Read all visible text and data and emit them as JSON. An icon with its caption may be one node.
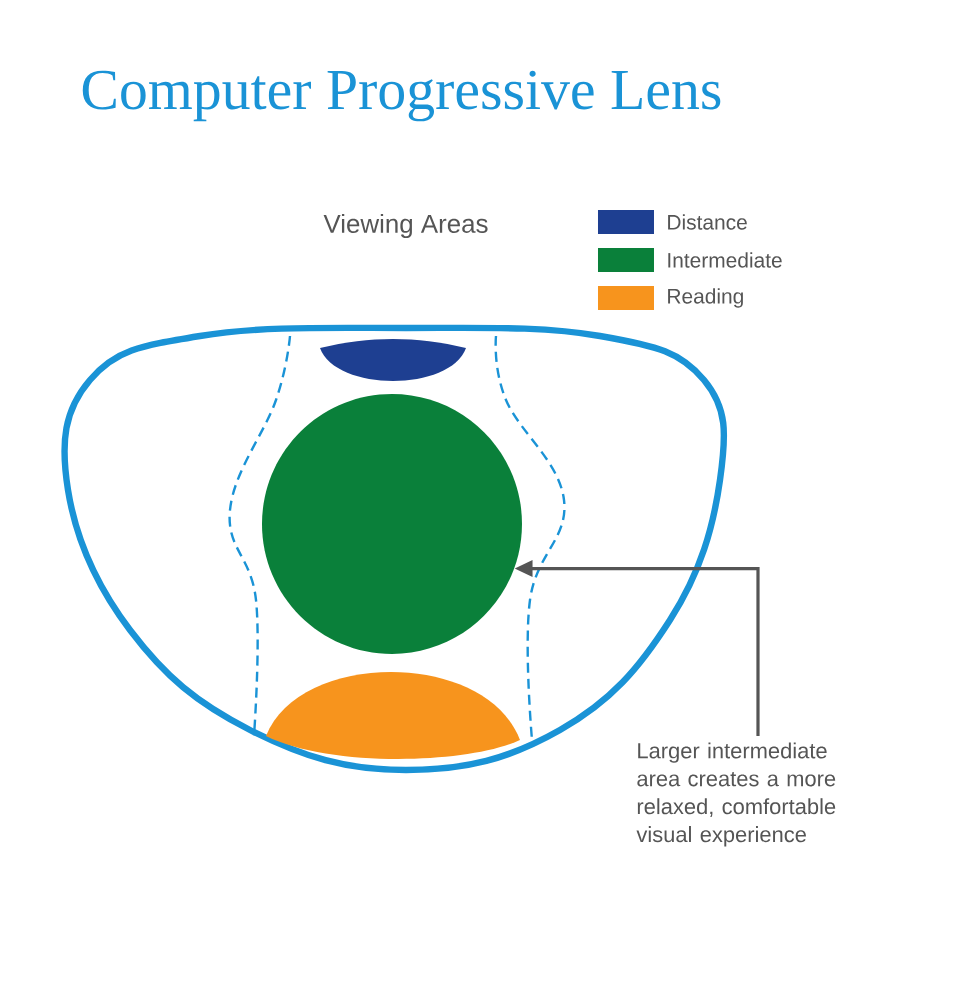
{
  "diagram": {
    "title": "Computer Progressive Lens",
    "nodes": [
      {
        "text": [
          "Larger intermediate area creates a more relaxed, comfortable visual experience"
        ]
      },
      {
        "text": [],
        "shape": "circle"
      }
    ],
    "edges": [
      {
        "from": 0,
        "to": 1,
        "arrow": "to"
      }
    ],
    "labels": [
      "Viewing Areas"
    ],
    "legend": [
      {
        "text": "Distance",
        "color": "#1e3f91"
      },
      {
        "text": "Intermediate",
        "color": "#0a803a"
      },
      {
        "text": "Reading",
        "color": "#f7941d"
      }
    ]
  }
}
